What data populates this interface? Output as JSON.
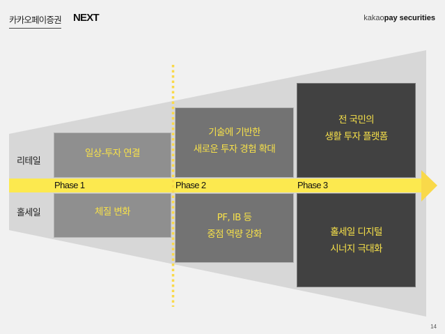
{
  "header": {
    "brand_ko": "카카오페이증권",
    "title": "NEXT",
    "corp_logo_light": "kakao",
    "corp_logo_bold": "pay securities"
  },
  "rows": {
    "retail": "리테일",
    "wholesale": "홀세일"
  },
  "phases": [
    {
      "label": "Phase 1",
      "retail": "일상-투자 연결",
      "wholesale": "체질 변화"
    },
    {
      "label": "Phase 2",
      "retail": "기술에 기반한\n새로운 투자 경험 확대",
      "wholesale": "PF, IB 등\n중점 역량 강화"
    },
    {
      "label": "Phase 3",
      "retail": "전 국민의\n생활 투자 플랫폼",
      "wholesale": "홀세일 디지털\n시너지 극대화"
    }
  ],
  "colors": {
    "accent_yellow": "#fce94f",
    "text_yellow": "#f7e14a",
    "phase1_box": "#8f8f8f",
    "phase2_box": "#737373",
    "phase3_box": "#414141",
    "funnel": "#d7d7d7",
    "background": "#f1f1f1"
  },
  "footer": {
    "page_number": "14"
  }
}
